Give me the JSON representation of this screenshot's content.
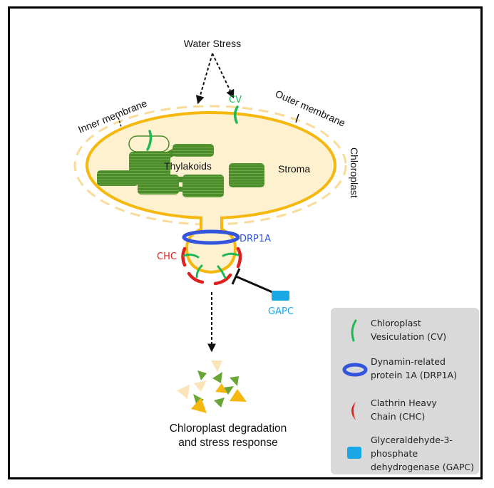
{
  "diagram": {
    "title_stimulus": "Water Stress",
    "labels": {
      "inner_membrane": "Inner membrane",
      "outer_membrane": "Outer membrane",
      "chloroplast": "Chloroplast",
      "thylakoids": "Thylakoids",
      "stroma": "Stroma",
      "cv": "CV",
      "drp1a": "DRP1A",
      "chc": "CHC",
      "gapc": "GAPC"
    },
    "outcome": "Chloroplast degradation\nand stress response",
    "colors": {
      "stroma_fill": "#fdf1cf",
      "membrane": "#f6b80e",
      "outer_membrane_dashed": "#f8dc98",
      "thylakoid": "#4a8a2a",
      "cv": "#1db954",
      "drp1a": "#3355dd",
      "chc": "#e0201e",
      "gapc": "#1aa7e6",
      "legend_bg": "#d9d9d9"
    }
  },
  "legend": {
    "items": [
      {
        "icon": "cv-arc-icon",
        "label": "Chloroplast\nVesiculation (CV)"
      },
      {
        "icon": "drp1a-ring-icon",
        "label": "Dynamin-related\nprotein 1A (DRP1A)"
      },
      {
        "icon": "chc-crescent-icon",
        "label": "Clathrin Heavy\nChain (CHC)"
      },
      {
        "icon": "gapc-rect-icon",
        "label": "Glyceraldehyde-3-\nphosphate\ndehydrogenase (GAPC)"
      }
    ]
  }
}
